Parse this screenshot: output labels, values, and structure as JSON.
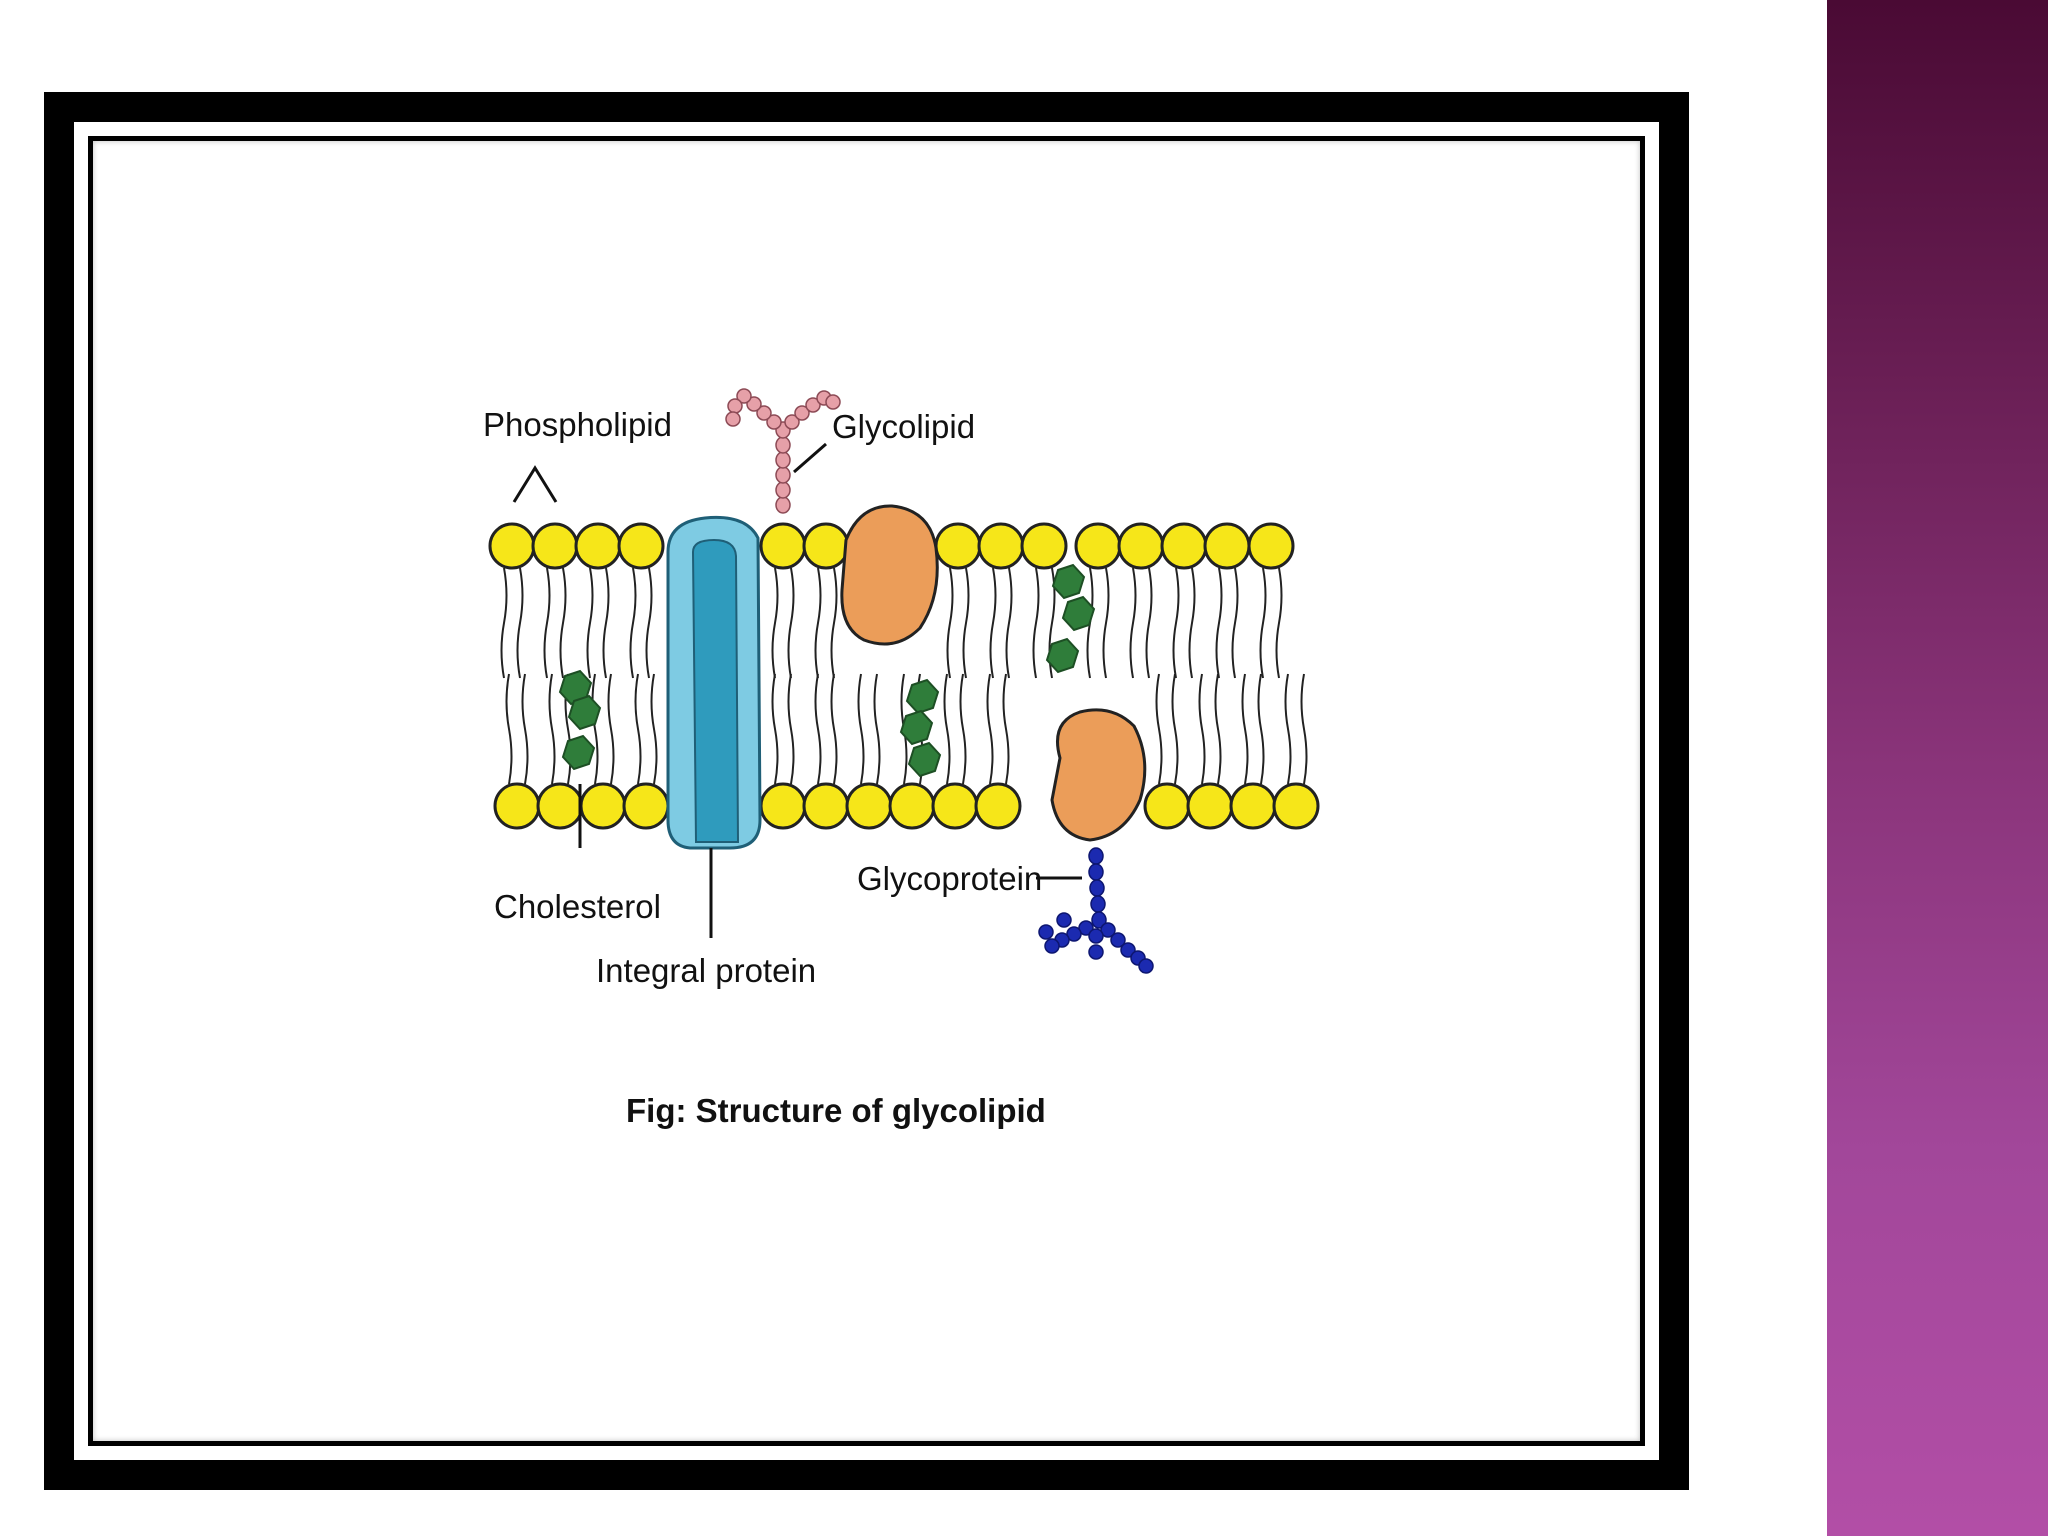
{
  "labels": {
    "phospholipid": "Phospholipid",
    "glycolipid": "Glycolipid",
    "cholesterol": "Cholesterol",
    "integral_protein": "Integral protein",
    "glycoprotein": "Glycoprotein"
  },
  "caption": "Fig: Structure of glycolipid",
  "colors": {
    "phospholipid_head": "#f6e619",
    "integral_protein": "#7ecbe3",
    "integral_protein_channel": "#2f9bbd",
    "peripheral_protein": "#eb9d59",
    "cholesterol": "#2f7d3a",
    "glycolipid_sugar": "#e6a0a8",
    "glycoprotein_sugar": "#1b2ab0",
    "side_band_top": "#4a0a34",
    "side_band_bottom": "#b24ea6"
  }
}
